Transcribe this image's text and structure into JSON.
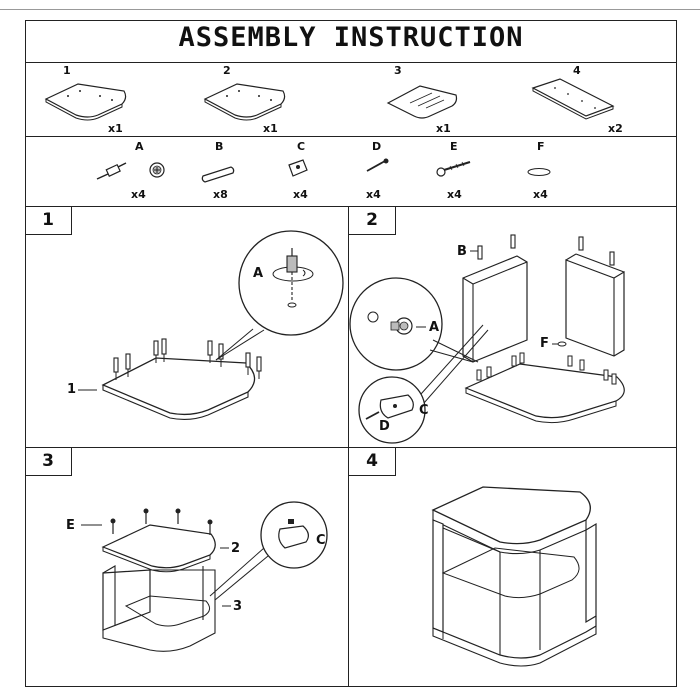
{
  "title": "ASSEMBLY INSTRUCTION",
  "panels": [
    {
      "number": "1",
      "quantity": "x1"
    },
    {
      "number": "2",
      "quantity": "x1"
    },
    {
      "number": "3",
      "quantity": "x1"
    },
    {
      "number": "4",
      "quantity": "x2"
    }
  ],
  "hardware": [
    {
      "letter": "A",
      "quantity": "x4"
    },
    {
      "letter": "B",
      "quantity": "x8"
    },
    {
      "letter": "C",
      "quantity": "x4"
    },
    {
      "letter": "D",
      "quantity": "x4"
    },
    {
      "letter": "E",
      "quantity": "x4"
    },
    {
      "letter": "F",
      "quantity": "x4"
    }
  ],
  "steps": [
    {
      "number": "1",
      "callouts": [
        "A",
        "1"
      ]
    },
    {
      "number": "2",
      "callouts": [
        "B",
        "A",
        "F",
        "C",
        "D"
      ]
    },
    {
      "number": "3",
      "callouts": [
        "E",
        "2",
        "C",
        "3"
      ]
    },
    {
      "number": "4",
      "callouts": []
    }
  ]
}
